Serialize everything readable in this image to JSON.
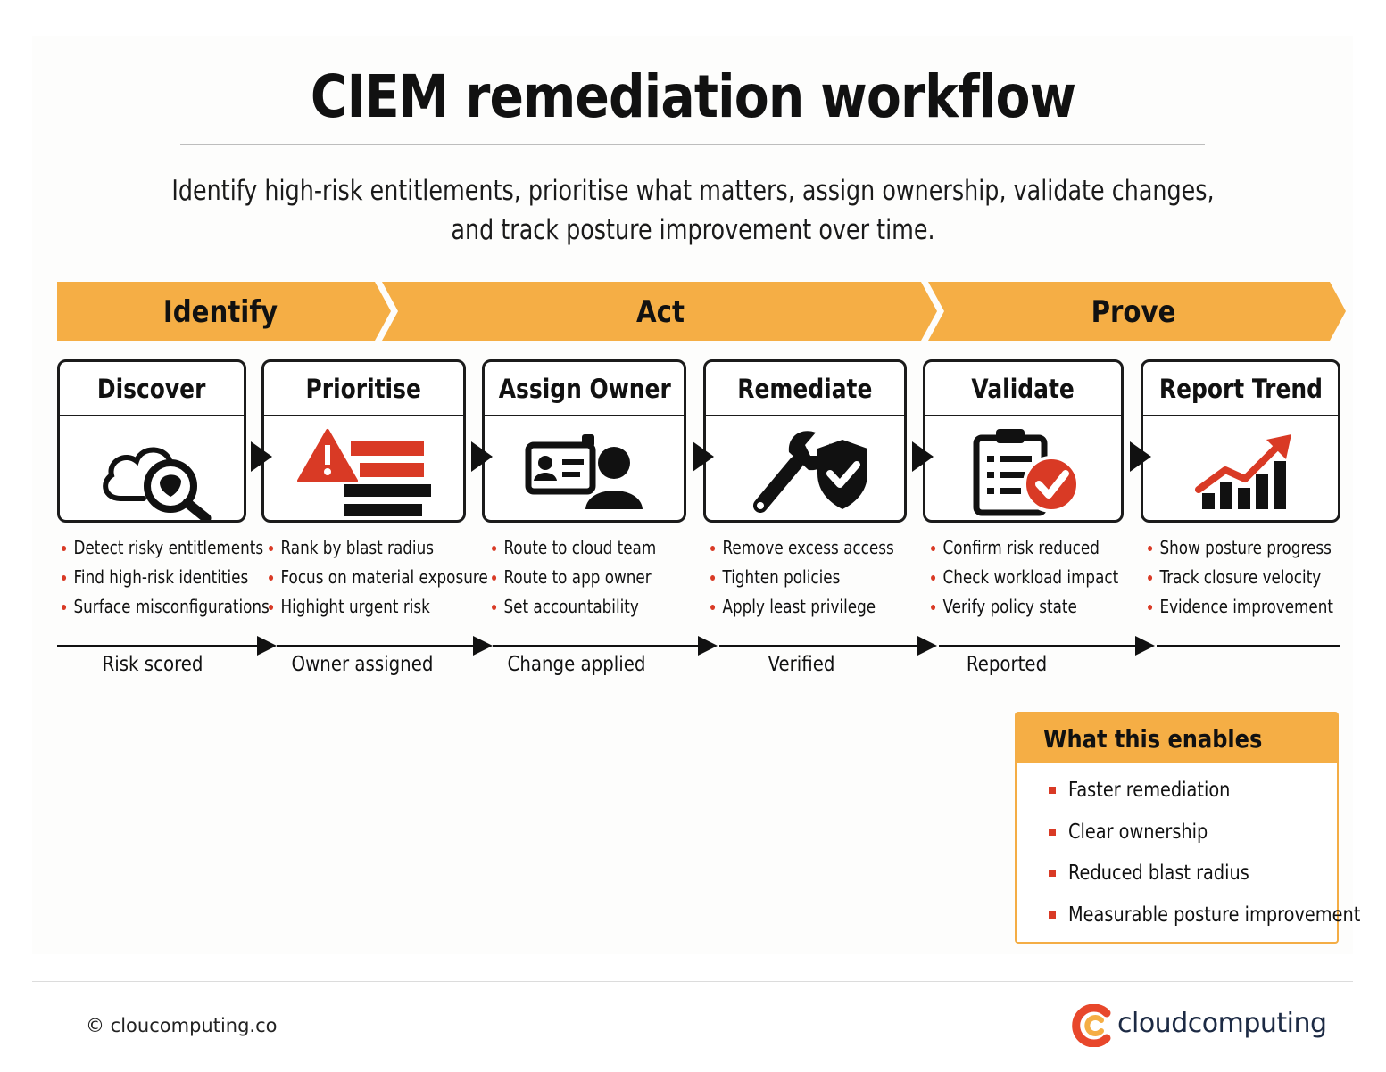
{
  "title": "CIEM remediation workflow",
  "subtitle": {
    "line1": "Identify high-risk entitlements, prioritise what matters, assign ownership, validate changes,",
    "line2": "and track posture improvement over time."
  },
  "phases": [
    "Identify",
    "Act",
    "Prove"
  ],
  "steps": [
    {
      "title": "Discover",
      "icon": "cloud-magnifier-icon",
      "bullets": [
        "Detect risky entitlements",
        "Find high-risk identities",
        "Surface misconfigurations"
      ]
    },
    {
      "title": "Prioritise",
      "icon": "warning-bars-icon",
      "bullets": [
        "Rank by blast radius",
        "Focus on material exposure",
        "Highight urgent risk"
      ]
    },
    {
      "title": "Assign Owner",
      "icon": "id-badge-user-icon",
      "bullets": [
        "Route to cloud team",
        "Route to app owner",
        "Set accountability"
      ]
    },
    {
      "title": "Remediate",
      "icon": "wrench-shield-icon",
      "bullets": [
        "Remove excess access",
        "Tighten policies",
        "Apply least privilege"
      ]
    },
    {
      "title": "Validate",
      "icon": "clipboard-check-icon",
      "bullets": [
        "Confirm risk reduced",
        "Check workload impact",
        "Verify policy state"
      ]
    },
    {
      "title": "Report Trend",
      "icon": "trend-chart-icon",
      "bullets": [
        "Show posture progress",
        "Track closure velocity",
        "Evidence improvement"
      ]
    }
  ],
  "outcomes": [
    "Risk scored",
    "Owner assigned",
    "Change applied",
    "Verified",
    "Reported"
  ],
  "enables": {
    "title": "What this enables",
    "items": [
      "Faster remediation",
      "Clear ownership",
      "Reduced blast radius",
      "Measurable posture improvement"
    ]
  },
  "footer": {
    "copyright": "© cloucomputing.co",
    "brand": "cloudcomputing"
  },
  "colors": {
    "accent_orange": "#f5ae45",
    "alert_red": "#d93a25",
    "ink": "#1b1b1b"
  }
}
